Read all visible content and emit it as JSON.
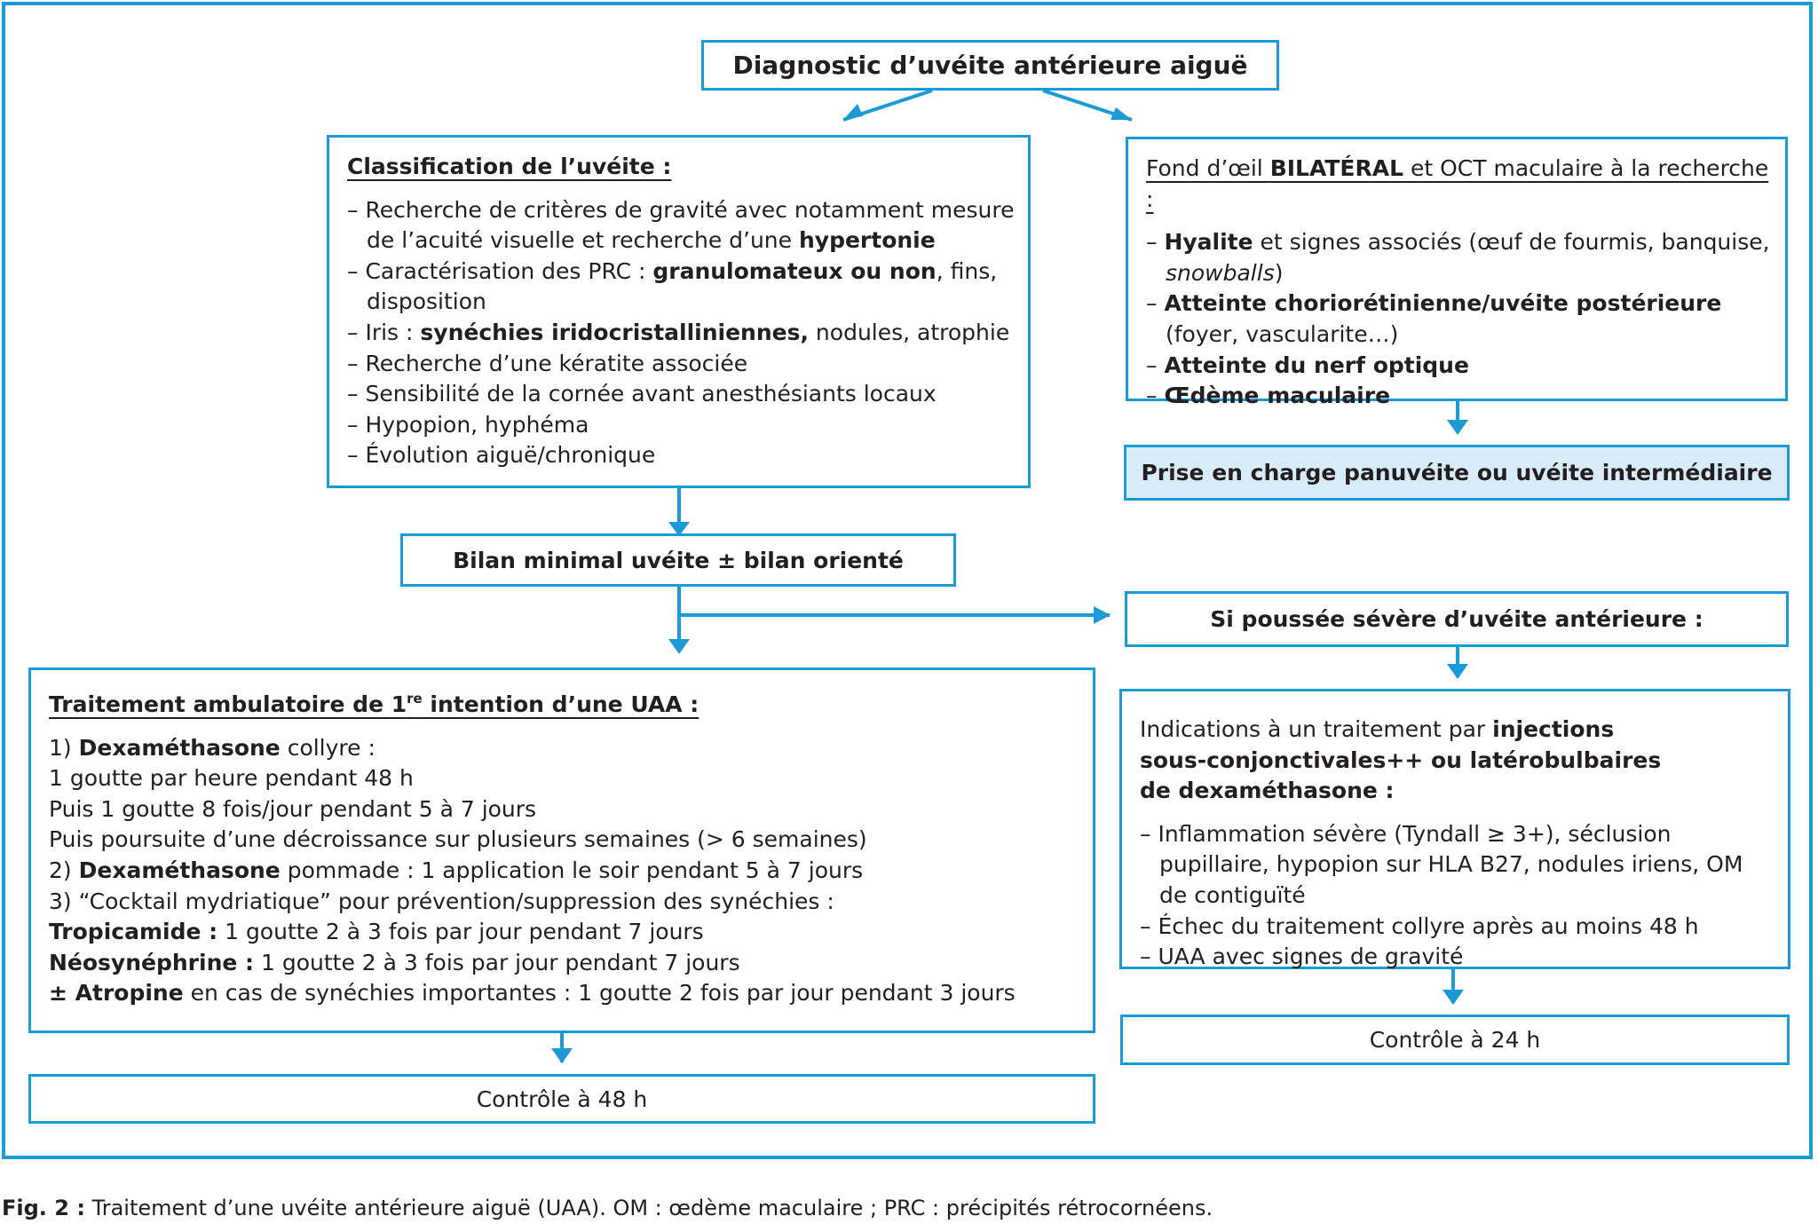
{
  "diagnostic": {
    "title": "Diagnostic d’uvéite antérieure aiguë"
  },
  "classification": {
    "heading": "Classification de l’uvéite :",
    "items": [
      {
        "a": "Recherche de critères de gravité avec notamment mesure de l’acuité visuelle et recherche d’une ",
        "b": "hypertonie",
        "c": ""
      },
      {
        "a": "Caractérisation des PRC : ",
        "b": "granulomateux ou non",
        "c": ", fins, disposition"
      },
      {
        "a": "Iris : ",
        "b": "synéchies iridocristalliniennes,",
        "c": " nodules, atrophie"
      },
      {
        "a": "Recherche d’une kératite associée",
        "b": "",
        "c": ""
      },
      {
        "a": "Sensibilité de la cornée avant anesthésiants locaux",
        "b": "",
        "c": ""
      },
      {
        "a": "Hypopion, hyphéma",
        "b": "",
        "c": ""
      },
      {
        "a": "Évolution aiguë/chronique",
        "b": "",
        "c": ""
      }
    ]
  },
  "fond_oeil": {
    "heading_a": "Fond d’œil ",
    "heading_b": "BILATÉRAL",
    "heading_c": " et OCT maculaire à la recherche :",
    "items": [
      {
        "a": "",
        "b": "Hyalite",
        "c": " et signes associés (œuf de fourmis, banquise, ",
        "d": "snowballs",
        "e": ")"
      },
      {
        "a": "",
        "b": "Atteinte choriorétinienne/uvéite postérieure",
        "c": " (foyer, vascularite…)",
        "d": "",
        "e": ""
      },
      {
        "a": "",
        "b": "Atteinte du nerf optique",
        "c": "",
        "d": "",
        "e": ""
      },
      {
        "a": "",
        "b": "Œdème maculaire",
        "c": "",
        "d": "",
        "e": ""
      }
    ]
  },
  "panuveite": {
    "label": "Prise en charge panuvéite ou uvéite intermédiaire"
  },
  "bilan": {
    "label": "Bilan minimal uvéite ± bilan orienté"
  },
  "severe": {
    "label": "Si poussée sévère d’uvéite antérieure :"
  },
  "traitement": {
    "heading_a": "Traitement ambulatoire de 1",
    "heading_sup": "re",
    "heading_b": " intention d’une UAA :",
    "lines": [
      {
        "a": "1) ",
        "b": "Dexaméthasone",
        "c": " collyre :"
      },
      {
        "a": "1 goutte par heure pendant 48 h",
        "b": "",
        "c": ""
      },
      {
        "a": "Puis 1 goutte 8 fois/jour pendant 5 à 7 jours",
        "b": "",
        "c": ""
      },
      {
        "a": "Puis poursuite d’une décroissance sur plusieurs semaines (> 6 semaines)",
        "b": "",
        "c": ""
      },
      {
        "a": "2) ",
        "b": "Dexaméthasone",
        "c": " pommade : 1 application le soir pendant 5 à 7 jours"
      },
      {
        "a": "3) “Cocktail mydriatique” pour prévention/suppression des synéchies :",
        "b": "",
        "c": ""
      },
      {
        "a": "",
        "b": "Tropicamide :",
        "c": " 1 goutte 2 à 3 fois par jour pendant 7 jours"
      },
      {
        "a": "",
        "b": "Néosynéphrine :",
        "c": " 1 goutte 2 à 3 fois par jour pendant 7 jours"
      },
      {
        "a": "",
        "b": "± Atropine",
        "c": " en cas de synéchies importantes : 1 goutte 2 fois par jour pendant 3 jours"
      }
    ]
  },
  "indications": {
    "intro_a": "Indications à un traitement par ",
    "intro_b": "injections sous-conjonctivales++ ou latérobulbaires de dexaméthasone :",
    "items": [
      "Inflammation sévère (Tyndall ≥ 3+), séclusion pupillaire, hypopion sur HLA B27, nodules iriens, OM de contiguïté",
      "Échec du traitement collyre après au moins 48 h",
      "UAA avec signes de gravité"
    ]
  },
  "controle48": {
    "label": "Contrôle à 48 h"
  },
  "controle24": {
    "label": "Contrôle à 24 h"
  },
  "caption": {
    "fig": "Fig. 2 :",
    "text": " Traitement d’une uvéite antérieure aiguë (UAA). OM : œdème maculaire ; PRC : précipités rétrocornéens."
  },
  "colors": {
    "accent": "#1a9ad6",
    "highlight": "#d7ecf8",
    "text": "#231f20"
  }
}
